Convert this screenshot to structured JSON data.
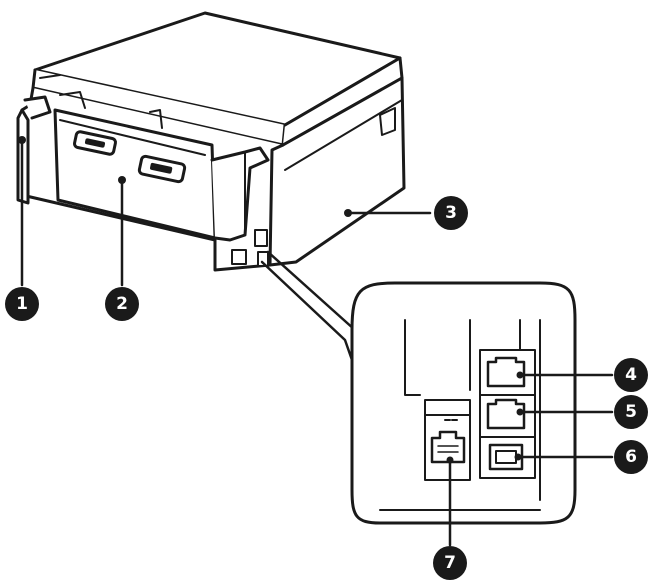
{
  "figure": {
    "subject": "printer-rear-view",
    "colors": {
      "line": "#1a1a1a",
      "fill": "#ffffff",
      "callout": "#1a1a1a",
      "callout_text": "#ffffff"
    }
  },
  "callouts": [
    {
      "number": "1"
    },
    {
      "number": "2"
    },
    {
      "number": "3"
    },
    {
      "number": "4"
    },
    {
      "number": "5"
    },
    {
      "number": "6"
    },
    {
      "number": "7"
    }
  ]
}
